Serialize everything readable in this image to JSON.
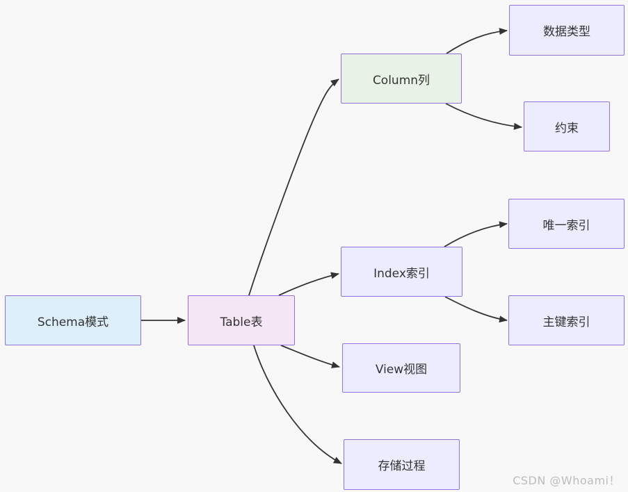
{
  "diagram": {
    "type": "flowchart",
    "direction": "left-to-right",
    "background_color": "#f8f8f9",
    "node_border_color": "#9370DB",
    "edge_color": "#333333",
    "text_color": "#333333",
    "nodes": [
      {
        "id": "schema",
        "label": "Schema模式",
        "fill": "#DCEFFA"
      },
      {
        "id": "table",
        "label": "Table表",
        "fill": "#F5E6F5"
      },
      {
        "id": "column",
        "label": "Column列",
        "fill": "#E9F3E5"
      },
      {
        "id": "datatype",
        "label": "数据类型",
        "fill": "#ECECFF"
      },
      {
        "id": "constraint",
        "label": "约束",
        "fill": "#ECECFF"
      },
      {
        "id": "index",
        "label": "Index索引",
        "fill": "#ECECFF"
      },
      {
        "id": "unique_index",
        "label": "唯一索引",
        "fill": "#ECECFF"
      },
      {
        "id": "primary_key_index",
        "label": "主键索引",
        "fill": "#ECECFF"
      },
      {
        "id": "view",
        "label": "View视图",
        "fill": "#ECECFF"
      },
      {
        "id": "stored_procedure",
        "label": "存储过程",
        "fill": "#ECECFF"
      }
    ],
    "edges": [
      {
        "from": "schema",
        "to": "table"
      },
      {
        "from": "table",
        "to": "column"
      },
      {
        "from": "table",
        "to": "index"
      },
      {
        "from": "table",
        "to": "view"
      },
      {
        "from": "table",
        "to": "stored_procedure"
      },
      {
        "from": "column",
        "to": "datatype"
      },
      {
        "from": "column",
        "to": "constraint"
      },
      {
        "from": "index",
        "to": "unique_index"
      },
      {
        "from": "index",
        "to": "primary_key_index"
      }
    ],
    "watermark": "CSDN @Whoami！"
  }
}
